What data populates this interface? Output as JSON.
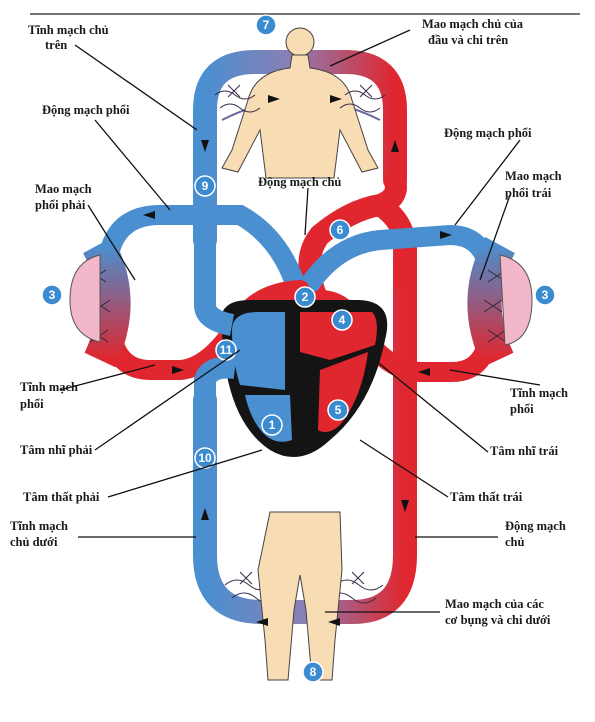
{
  "labels": {
    "sup_vena_cava": [
      "Tĩnh mạch chủ",
      "trên"
    ],
    "head_capillaries": [
      "Mao mạch chủ của",
      "đầu và chi trên"
    ],
    "right_pulm_artery": [
      "Động mạch phổi"
    ],
    "left_pulm_artery": [
      "Động mạch phổi"
    ],
    "aorta_top": [
      "Động mạch chủ"
    ],
    "right_lung_capillaries": [
      "Mao mạch",
      "phổi phải"
    ],
    "left_lung_capillaries": [
      "Mao mạch",
      "phổi trái"
    ],
    "right_pulm_vein": [
      "Tĩnh mạch",
      "phổi"
    ],
    "left_pulm_vein": [
      "Tĩnh mạch",
      "phổi"
    ],
    "right_atrium": [
      "Tâm nhĩ phải"
    ],
    "left_atrium": [
      "Tâm nhĩ trái"
    ],
    "right_ventricle": [
      "Tâm thất phải"
    ],
    "left_ventricle": [
      "Tâm thất trái"
    ],
    "inf_vena_cava": [
      "Tĩnh mạch",
      "chủ dưới"
    ],
    "aorta_bottom": [
      "Động mạch",
      "chủ"
    ],
    "lower_capillaries": [
      "Mao mạch của các",
      "cơ bụng và chi dưới"
    ]
  },
  "markers": {
    "m1": "1",
    "m2": "2",
    "m3_left": "3",
    "m3_right": "3",
    "m4": "4",
    "m5": "5",
    "m6": "6",
    "m7": "7",
    "m8": "8",
    "m9": "9",
    "m10": "10",
    "m11": "11"
  },
  "colors": {
    "oxygenated": "#e0262e",
    "deoxygenated": "#4a8fd0",
    "marker_fill": "#3b8bd1",
    "heart_muscle": "#141414",
    "lung": "#f2b8c9",
    "skin": "#f8dcb4"
  }
}
